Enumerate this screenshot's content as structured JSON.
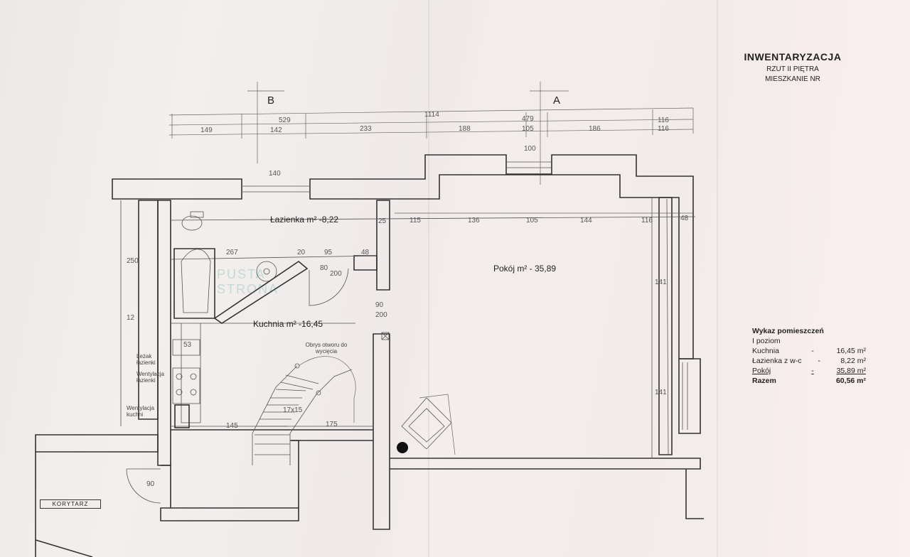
{
  "title": {
    "main": "INWENTARYZACJA",
    "sub1": "RZUT II PIĘTRA",
    "sub2": "MIESZKANIE NR"
  },
  "axes": {
    "a": "A",
    "b": "B"
  },
  "rooms": {
    "lazienka": "Łazienka m² -8,22",
    "kuchnia": "Kuchnia m² -16,45",
    "pokoj": "Pokój m² - 35,89"
  },
  "notes": {
    "stairs_opening": "Obrys otworu do wycięcia",
    "lezak": "Leżak łazienki",
    "went_laz": "Wentylacja łazienki",
    "went_kuch": "Wentylacja kuchni",
    "korytarz": "KORYTARZ",
    "puste": "PUSTA STRONA"
  },
  "dimensions": {
    "top_529": "529",
    "top_1114": "1114",
    "top_479": "479",
    "top_116a": "116",
    "top_149": "149",
    "top_142": "142",
    "top_233": "233",
    "top_188": "188",
    "top_105a": "105",
    "top_186": "186",
    "top_116b": "116",
    "win_100": "100",
    "win_140": "140",
    "inner_115": "115",
    "inner_136": "136",
    "inner_105": "105",
    "inner_144": "144",
    "inner_116": "116",
    "inner_48": "48",
    "lz_267": "267",
    "lz_20": "20",
    "lz_95": "95",
    "lz_48": "48",
    "lz_25": "25",
    "door_80": "80",
    "door_200": "200",
    "kit_90": "90",
    "kit_200": "200",
    "stairs_1745": "17x15",
    "stairs_175": "175",
    "kit_145": "145",
    "side_250": "250",
    "side_12": "12",
    "pk_141": "141",
    "pk_141b": "141",
    "gap_53": "53",
    "door_90": "90"
  },
  "legend": {
    "title": "Wykaz pomieszczeń",
    "subtitle": "I poziom",
    "rows": [
      {
        "name": "Kuchnia",
        "dash": "-",
        "value": "16,45 m²"
      },
      {
        "name": "Łazienka z w-c",
        "dash": "-",
        "value": "8,22 m²"
      },
      {
        "name": "Pokój",
        "dash": "-",
        "value": "35,89 m²"
      }
    ],
    "total": {
      "name": "Razem",
      "value": "60,56 m²"
    }
  }
}
